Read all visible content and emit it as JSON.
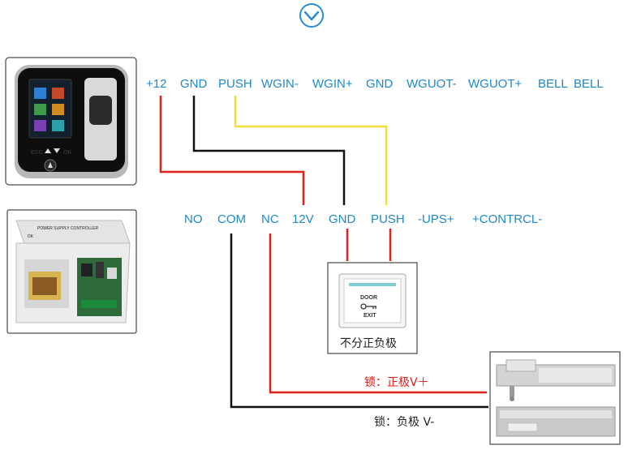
{
  "colors": {
    "terminal_text": "#1e88c8",
    "wire_red": "#e0201c",
    "wire_black": "#111111",
    "wire_yellow": "#f2e03a",
    "accent_circle": "#2a8bd6"
  },
  "top_icon": "chevron-down-circle-icon",
  "reader_terminals": [
    "+12",
    "GND",
    "PUSH",
    "WGIN-",
    "WGIN+",
    "GND",
    "WGUOT-",
    "WGUOT+",
    "BELL",
    "BELL"
  ],
  "controller_terminals": [
    "NO",
    "COM",
    "NC",
    "12V",
    "GND",
    "PUSH",
    "-UPS+",
    "+CONTRCL-"
  ],
  "reader_device": {
    "btn_esc": "ESC",
    "btn_ok": "OK"
  },
  "power_supply": {
    "label": "POWER SUPPLY CONTROLLER",
    "brand": "DK"
  },
  "exit_button": {
    "door": "DOOR",
    "exit": "EXIT",
    "caption": "不分正负极"
  },
  "lock": {
    "positive_label": "锁：正极V＋",
    "negative_label": "锁：负极 V-"
  }
}
